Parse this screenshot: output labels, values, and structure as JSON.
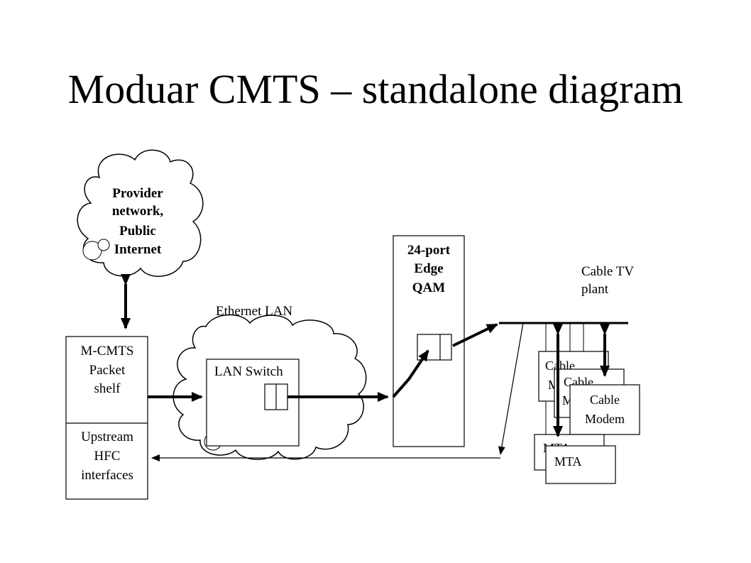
{
  "title": "Moduar CMTS – standalone diagram",
  "cloud_provider": {
    "line1": "Provider",
    "line2": "network,",
    "line3": "Public",
    "line4": "Internet"
  },
  "ethernet_label": "Ethernet LAN",
  "lan_switch": "LAN Switch",
  "packet_shelf": {
    "line1": "M-CMTS",
    "line2": "Packet",
    "line3": "shelf"
  },
  "upstream": {
    "line1": "Upstream",
    "line2": "HFC",
    "line3": "interfaces"
  },
  "edge_qam": {
    "line1": "24-port",
    "line2": "Edge",
    "line3": "QAM"
  },
  "cable_tv": {
    "line1": "Cable TV",
    "line2": "plant"
  },
  "modem_back": {
    "line1": "Cable",
    "line2": "M"
  },
  "modem_mid": {
    "line1": "Cable",
    "line2": "M"
  },
  "modem_front": {
    "line1": "Cable",
    "line2": "Modem"
  },
  "mta_back": "MTA",
  "mta_front": "MTA"
}
